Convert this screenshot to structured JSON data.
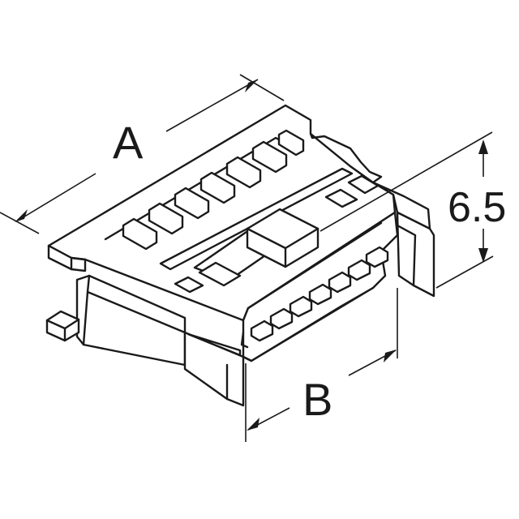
{
  "drawing": {
    "subject": "connector-housing",
    "dimensions": {
      "length_label": "A",
      "width_label": "B",
      "height_label": "6.5"
    }
  }
}
